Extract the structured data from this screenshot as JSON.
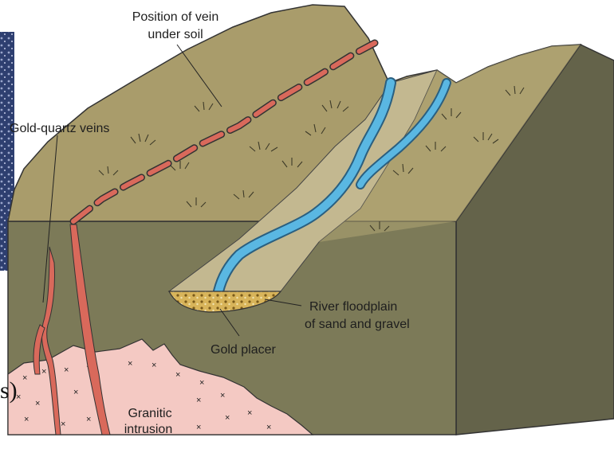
{
  "labels": {
    "vein_position_line1": "Position of vein",
    "vein_position_line2": "under soil",
    "gold_quartz_veins": "Gold-quartz veins",
    "floodplain_line1": "River floodplain",
    "floodplain_line2": "of sand and gravel",
    "gold_placer": "Gold placer",
    "granitic_line1": "Granitic",
    "granitic_line2": "intrusion",
    "cut_off_text": "s)"
  },
  "colors": {
    "terrain_top": "#a99c6b",
    "valley_floor": "#c3b890",
    "front_face": "#7c7a58",
    "right_face": "#64634a",
    "river": "#5ab7e2",
    "vein": "#d9695b",
    "granite": "#f4c9c3",
    "placer": "#d8b45a",
    "backdrop": "#3a4a78"
  }
}
